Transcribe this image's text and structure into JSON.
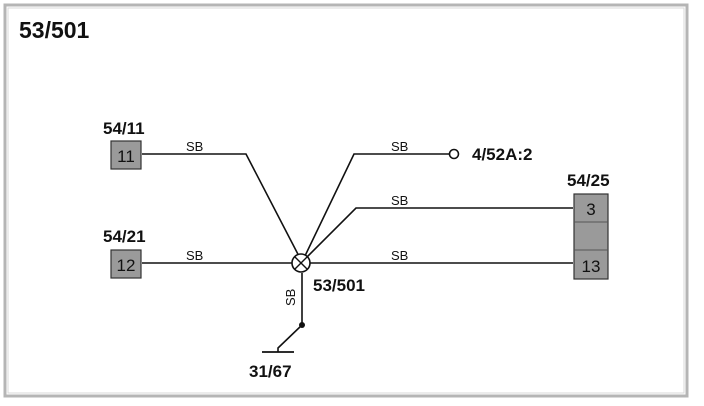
{
  "diagram": {
    "title": "53/501",
    "splice": {
      "label": "53/501"
    },
    "connectors": [
      {
        "name": "54/11",
        "pins": [
          "11"
        ]
      },
      {
        "name": "54/21",
        "pins": [
          "12"
        ]
      },
      {
        "name": "54/25",
        "pins": [
          "3",
          "13"
        ]
      }
    ],
    "terminal": {
      "label": "4/52A:2"
    },
    "ground": {
      "label": "31/67"
    },
    "wire_color": "SB",
    "colors": {
      "line": "#111111",
      "pin_fill": "#9a9a9a",
      "background": "#ffffff"
    }
  }
}
